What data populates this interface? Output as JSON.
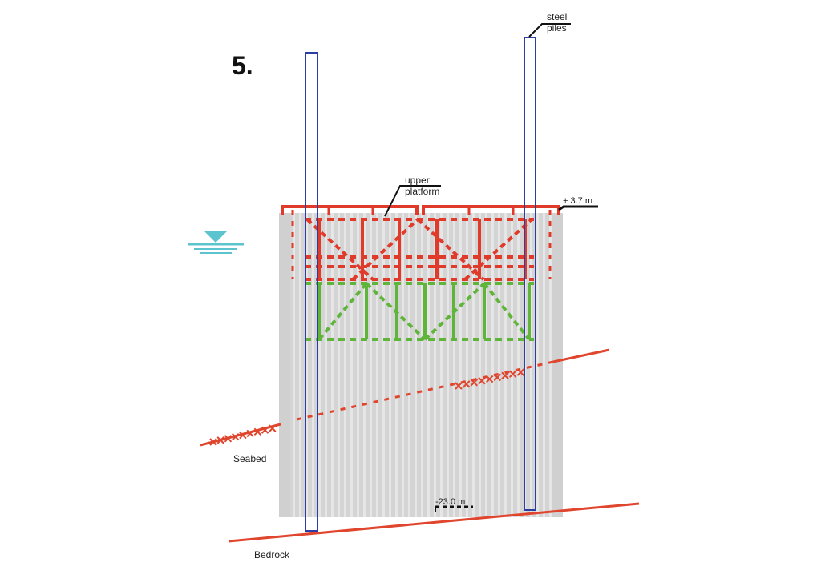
{
  "figure": {
    "step_number": "5.",
    "labels": {
      "steel_piles_line1": "steel",
      "steel_piles_line2": "piles",
      "upper_platform_line1": "upper",
      "upper_platform_line2": "platform",
      "top_level": "+ 3.7 m",
      "bottom_level": "-23.0 m",
      "seabed": "Seabed",
      "bedrock": "Bedrock"
    },
    "colors": {
      "upper_platform": "#e03a2a",
      "lower_frame": "#5fb53a",
      "steel_piles": "#2b3ea3",
      "sheet_piles": "#d9d9d9",
      "water_symbol": "#5cc4cf",
      "ground_lines": "#e0452d",
      "leader_lines": "#111111"
    },
    "icons": {
      "water_level": "water-level-icon"
    }
  }
}
